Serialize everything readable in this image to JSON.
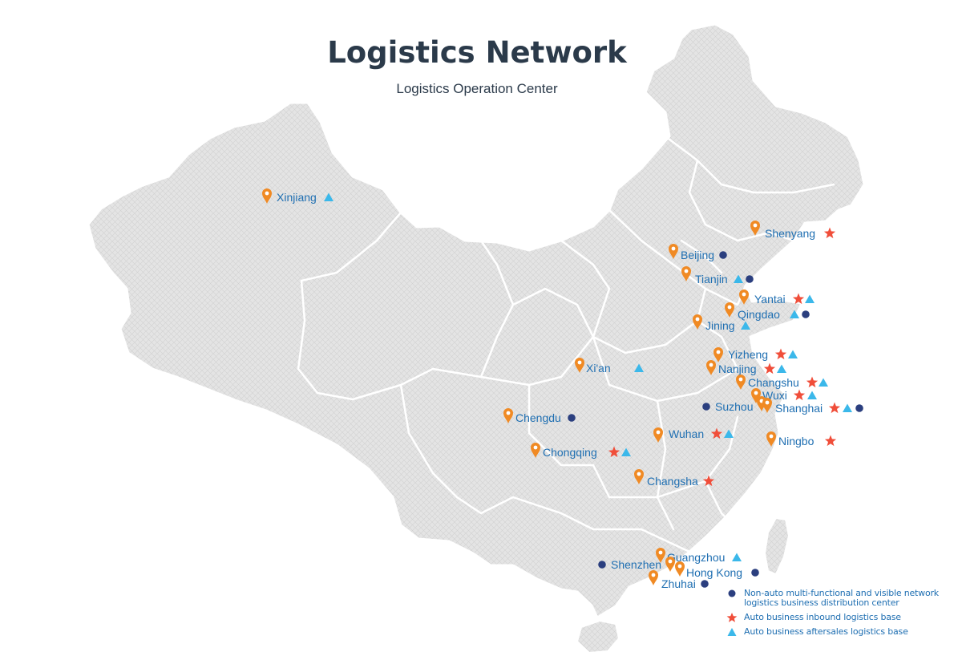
{
  "header": {
    "title": "Logistics Network",
    "subtitle": "Logistics Operation Center"
  },
  "colors": {
    "land": "#e4e4e4",
    "border": "#ffffff",
    "pin": "#f08a24",
    "label": "#1f6fb2",
    "dot": "#2b3f7f",
    "star": "#f04e3a",
    "triangle": "#3bb8ea",
    "title": "#2b3a4a"
  },
  "legend": [
    {
      "symbol": "dot",
      "line1": "Non-auto multi-functional and visible network",
      "line2": "logistics business distribution center"
    },
    {
      "symbol": "star",
      "line1": "Auto business inbound logistics base",
      "line2": ""
    },
    {
      "symbol": "triangle",
      "line1": "Auto business aftersales logistics base",
      "line2": ""
    }
  ],
  "cities": [
    {
      "name": "Xinjiang",
      "symbols": [
        "triangle"
      ]
    },
    {
      "name": "Shenyang",
      "symbols": [
        "star"
      ]
    },
    {
      "name": "Beijing",
      "symbols": [
        "dot"
      ]
    },
    {
      "name": "Tianjin",
      "symbols": [
        "triangle",
        "dot"
      ]
    },
    {
      "name": "Yantai",
      "symbols": [
        "star",
        "triangle"
      ]
    },
    {
      "name": "Qingdao",
      "symbols": [
        "triangle",
        "dot"
      ]
    },
    {
      "name": "Jining",
      "symbols": [
        "triangle"
      ]
    },
    {
      "name": "Yizheng",
      "symbols": [
        "star",
        "triangle"
      ]
    },
    {
      "name": "Xi'an",
      "symbols": [
        "triangle"
      ]
    },
    {
      "name": "Nanjing",
      "symbols": [
        "star",
        "triangle"
      ]
    },
    {
      "name": "Changshu",
      "symbols": [
        "star",
        "triangle"
      ]
    },
    {
      "name": "Wuxi",
      "symbols": [
        "star",
        "triangle"
      ]
    },
    {
      "name": "Suzhou",
      "symbols": [
        "dot"
      ]
    },
    {
      "name": "Shanghai",
      "symbols": [
        "star",
        "triangle",
        "dot"
      ]
    },
    {
      "name": "Chengdu",
      "symbols": [
        "dot"
      ]
    },
    {
      "name": "Wuhan",
      "symbols": [
        "star",
        "triangle"
      ]
    },
    {
      "name": "Ningbo",
      "symbols": [
        "star"
      ]
    },
    {
      "name": "Chongqing",
      "symbols": [
        "star",
        "triangle"
      ]
    },
    {
      "name": "Changsha",
      "symbols": [
        "star"
      ]
    },
    {
      "name": "Guangzhou",
      "symbols": [
        "triangle"
      ]
    },
    {
      "name": "Shenzhen",
      "symbols": [
        "dot"
      ]
    },
    {
      "name": "Hong Kong",
      "symbols": [
        "dot"
      ]
    },
    {
      "name": "Zhuhai",
      "symbols": [
        "dot"
      ]
    }
  ]
}
